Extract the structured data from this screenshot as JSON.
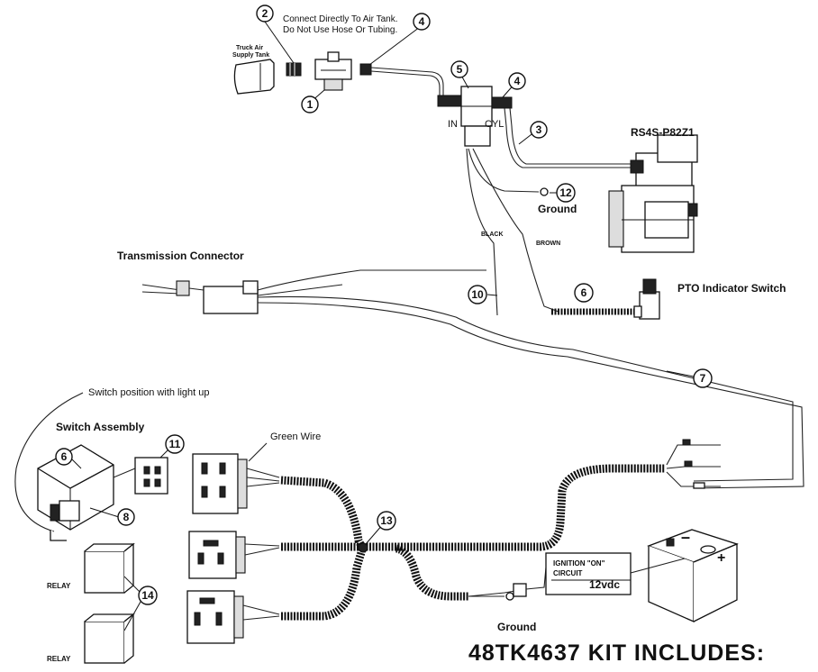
{
  "diagram": {
    "callouts": [
      "1",
      "2",
      "3",
      "4",
      "5",
      "6",
      "7",
      "8",
      "10",
      "11",
      "12",
      "13",
      "14"
    ],
    "labels": {
      "connect_line1": "Connect Directly To Air Tank.",
      "connect_line2": "Do Not Use Hose Or Tubing.",
      "truck_air_line1": "Truck Air",
      "truck_air_line2": "Supply Tank",
      "in": "IN",
      "cyl": "CYL",
      "pto_model": "RS4S-P82Z1",
      "ground_top": "Ground",
      "black": "BLACK",
      "brown": "BROWN",
      "transmission_connector": "Transmission Connector",
      "pto_indicator_switch": "PTO Indicator Switch",
      "switch_position": "Switch position with light up",
      "switch_assembly": "Switch Assembly",
      "green_wire": "Green Wire",
      "relay_top": "RELAY",
      "relay_bottom": "RELAY",
      "ignition_line1": "IGNITION \"ON\"",
      "ignition_line2": "CIRCUIT",
      "voltage": "12vdc",
      "ground_bottom": "Ground",
      "battery_minus": "–",
      "battery_plus": "+",
      "kit_title": "48TK4637 KIT INCLUDES:"
    }
  }
}
